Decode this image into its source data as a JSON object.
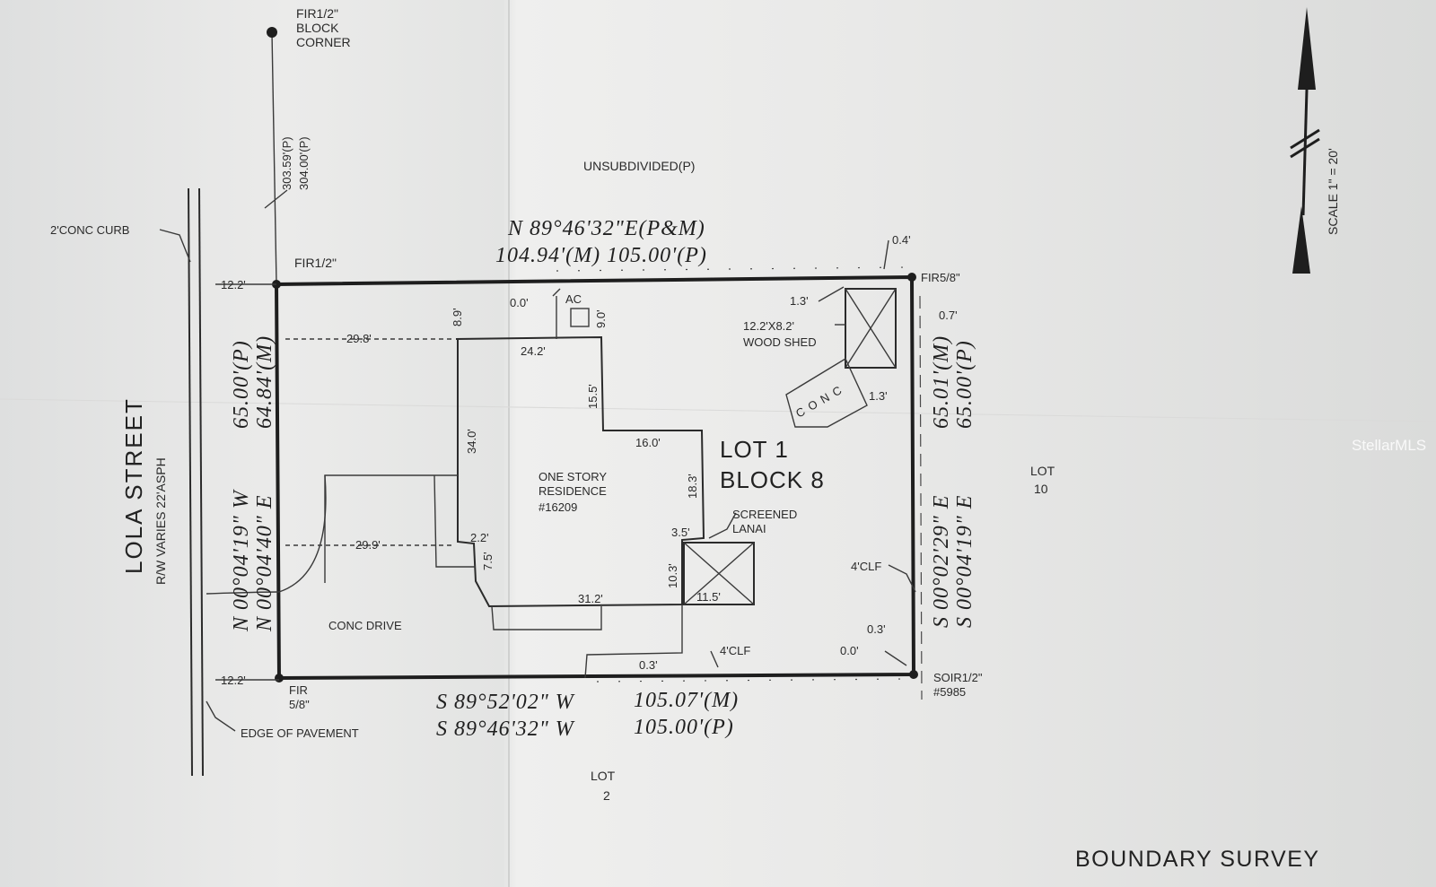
{
  "survey": {
    "title": "BOUNDARY SURVEY",
    "watermark": "StellarMLS",
    "scale": "SCALE 1\" = 20'",
    "adjacent": {
      "north": "UNSUBDIVIDED(P)",
      "east_line1": "LOT",
      "east_line2": "10",
      "south_line1": "LOT",
      "south_line2": "2"
    },
    "lot": {
      "line1": "LOT 1",
      "line2": "BLOCK 8"
    },
    "street": {
      "name": "LOLA STREET",
      "rw": "R/W VARIES 22'ASPH"
    },
    "bearings": {
      "north_bearing": "N 89°46'32\"E(P&M)",
      "north_distance": "104.94'(M)  105.00'(P)",
      "south_bearing_m": "S 89°52'02\" W",
      "south_distance_m": "105.07'(M)",
      "south_bearing_p": "S 89°46'32\" W",
      "south_distance_p": "105.00'(P)",
      "west_bearing_p": "N 00°04'19\" W",
      "west_distance_p": "65.00'(P)",
      "west_bearing_m": "N 00°04'40\" E",
      "west_distance_m": "64.84'(M)",
      "east_bearing_m": "S 00°02'29\" E",
      "east_distance_m": "65.01'(M)",
      "east_bearing_p": "S 00°04'19\" E",
      "east_distance_p": "65.00'(P)"
    },
    "monuments": {
      "block_corner_1": "FIR1/2\"",
      "block_corner_2": "BLOCK",
      "block_corner_3": "CORNER",
      "nw_corner": "FIR1/2\"",
      "ne_corner": "FIR5/8\"",
      "sw_corner_1": "FIR",
      "sw_corner_2": "5/8\"",
      "se_corner_1": "SOIR1/2\"",
      "se_corner_2": "#5985"
    },
    "distances_north": {
      "p": "303.59'(P)",
      "m": "304.00'(P)"
    },
    "labels": {
      "conc_curb": "2'CONC CURB",
      "edge_pavement": "EDGE OF PAVEMENT",
      "conc_drive": "CONC DRIVE",
      "ac": "AC",
      "residence_1": "ONE STORY",
      "residence_2": "RESIDENCE",
      "residence_3": "#16209",
      "shed_1": "12.2'X8.2'",
      "shed_2": "WOOD SHED",
      "conc": "CONC",
      "lanai_1": "SCREENED",
      "lanai_2": "LANAI",
      "clf_east": "4'CLF",
      "clf_south": "4'CLF"
    },
    "dims": {
      "d_122_top": "12.2'",
      "d_122_bot": "12.2'",
      "d_04": "0.4'",
      "d_00_ac": "0.0'",
      "d_90": "9.0'",
      "d_89": "8.9'",
      "d_298": "29.8'",
      "d_242": "24.2'",
      "d_155": "15.5'",
      "d_160": "16.0'",
      "d_183": "18.3'",
      "d_340": "34.0'",
      "d_299": "29.9'",
      "d_22": "2.2'",
      "d_75": "7.5'",
      "d_35": "3.5'",
      "d_103": "10.3'",
      "d_115": "11.5'",
      "d_312": "31.2'",
      "d_03_south": "0.3'",
      "d_13_top": "1.3'",
      "d_13_side": "1.3'",
      "d_07": "0.7'",
      "d_03_east": "0.3'",
      "d_00_east": "0.0'"
    }
  }
}
